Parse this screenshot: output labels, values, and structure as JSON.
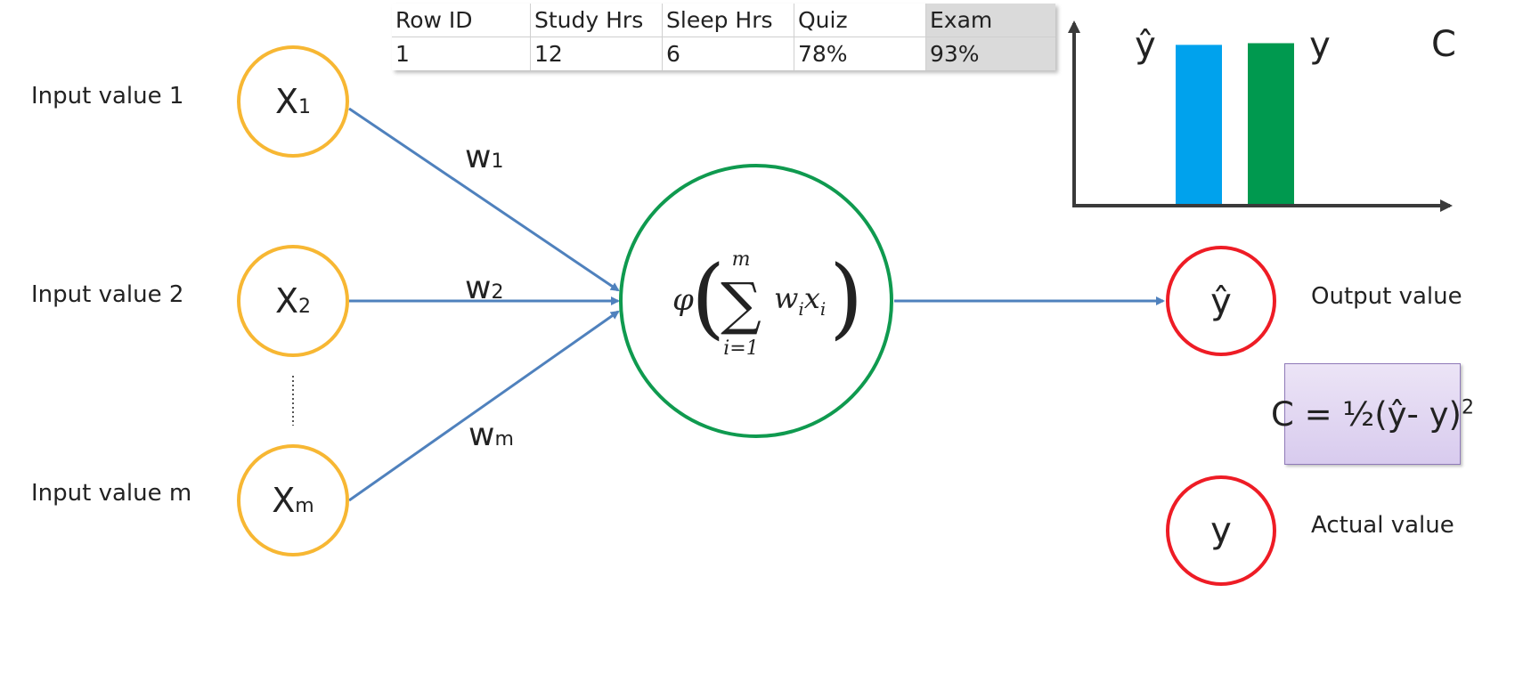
{
  "table": {
    "headers": [
      "Row ID",
      "Study Hrs",
      "Sleep Hrs",
      "Quiz",
      "Exam"
    ],
    "row": [
      "1",
      "12",
      "6",
      "78%",
      "93%"
    ]
  },
  "inputs": [
    {
      "label": "Input value 1",
      "node": "X",
      "sub": "1",
      "weight": "w",
      "weight_sub": "1"
    },
    {
      "label": "Input value 2",
      "node": "X",
      "sub": "2",
      "weight": "w",
      "weight_sub": "2"
    },
    {
      "label": "Input value m",
      "node": "X",
      "sub": "m",
      "weight": "w",
      "weight_sub": "m"
    }
  ],
  "neuron": {
    "phi": "φ",
    "sum": "∑",
    "upper": "m",
    "lower": "i=1",
    "term_w": "w",
    "term_w_sub": "i",
    "term_x": "x",
    "term_x_sub": "i"
  },
  "outputs": {
    "yhat_node": "ŷ",
    "yhat_label": "Output value",
    "y_node": "y",
    "y_label": "Actual value"
  },
  "cost_formula": {
    "text": "C = ½(ŷ- y)",
    "exponent": "2"
  },
  "chart_data": {
    "type": "bar",
    "categories": [
      "ŷ",
      "y"
    ],
    "values": [
      0.94,
      0.95
    ],
    "ylim": [
      0,
      1.1
    ],
    "corner_label": "C",
    "colors": [
      "#00a2ed",
      "#00994f"
    ],
    "grid": false
  },
  "colors": {
    "input_circle": "#f7b733",
    "neuron_circle": "#0f9a4f",
    "output_circle": "#ee1c25",
    "arrow": "#4f81bd",
    "axis": "#3a3a3a"
  }
}
